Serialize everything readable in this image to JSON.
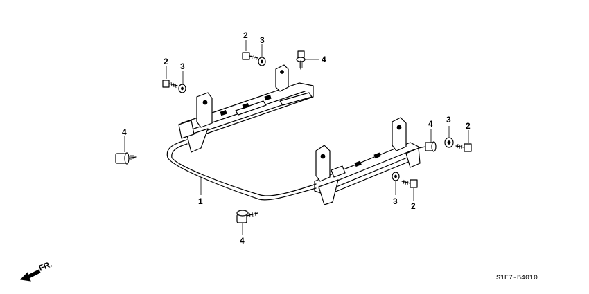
{
  "callouts": {
    "c1": "1",
    "c2a": "2",
    "c2b": "2",
    "c2c": "2",
    "c2d": "2",
    "c3a": "3",
    "c3b": "3",
    "c3c": "3",
    "c3d": "3",
    "c4a": "4",
    "c4b": "4",
    "c4c": "4",
    "c4d": "4"
  },
  "front_label": "FR.",
  "diagram_code": "S1E7-B4010"
}
